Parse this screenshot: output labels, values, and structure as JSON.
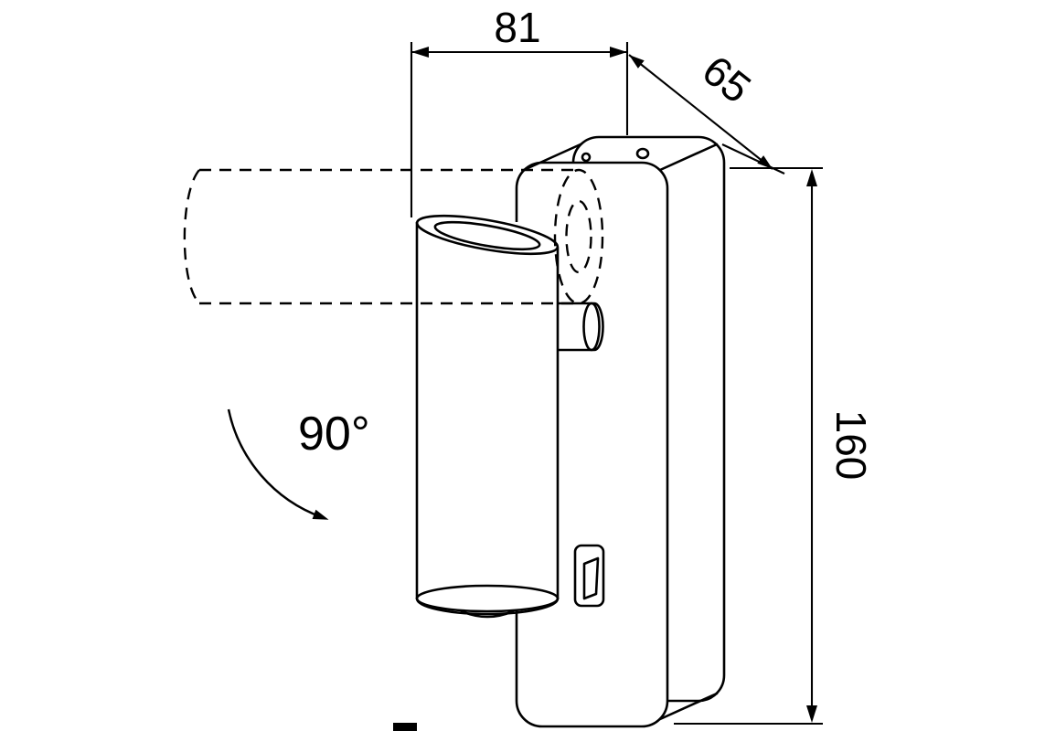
{
  "drawing": {
    "type": "technical-dimension-drawing",
    "subject": "wall-mounted adjustable cylinder spotlight",
    "dimensions": {
      "width": "81",
      "depth": "65",
      "height": "160",
      "rotation_angle": "90°"
    },
    "colors": {
      "line": "#000000",
      "background": "#ffffff"
    }
  }
}
